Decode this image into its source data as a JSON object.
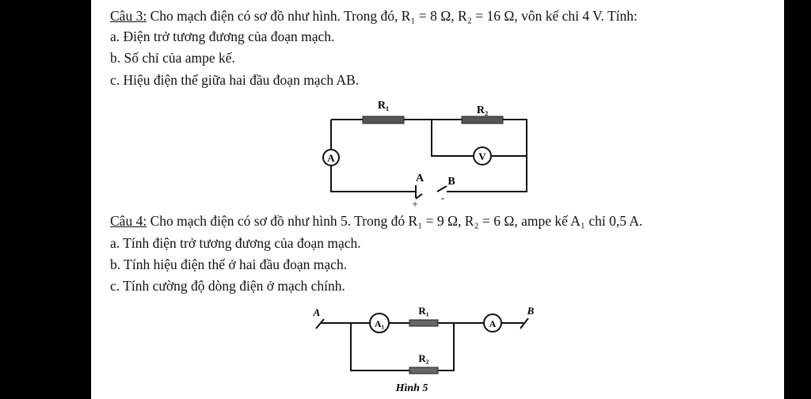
{
  "q3": {
    "label": "Câu 3:",
    "text": " Cho mạch điện có sơ đồ như hình. Trong đó, R₁ = 8 Ω, R₂ = 16 Ω, vôn kế chỉ 4 V. Tính:",
    "a": "a. Điện trở tương đương của đoạn mạch.",
    "b": "b. Số chỉ của ampe kế.",
    "c": "c. Hiệu điện thế giữa hai đầu đoạn mạch AB.",
    "figure": {
      "r1": "R₁",
      "r2": "R₂",
      "ammeter": "A",
      "voltmeter": "V",
      "terminal_a": "A",
      "terminal_b": "B",
      "plus": "+",
      "minus": "-"
    }
  },
  "q4": {
    "label": "Câu 4:",
    "text": " Cho mạch điện có sơ đồ như hình 5. Trong đó R₁ = 9 Ω, R₂ = 6 Ω, ampe kế A₁ chỉ 0,5 A.",
    "a": "a. Tính điện trở tương đương của đoạn mạch.",
    "b": "b. Tính hiệu điện thế ở hai đầu đoạn mạch.",
    "c": "c. Tính cường độ dòng điện ở mạch chính.",
    "figure": {
      "terminal_a": "A",
      "terminal_b": "B",
      "ammeter_a1": "A₁",
      "ammeter": "A",
      "r1": "R₁",
      "r2": "R₂",
      "caption": "Hình 5"
    }
  }
}
